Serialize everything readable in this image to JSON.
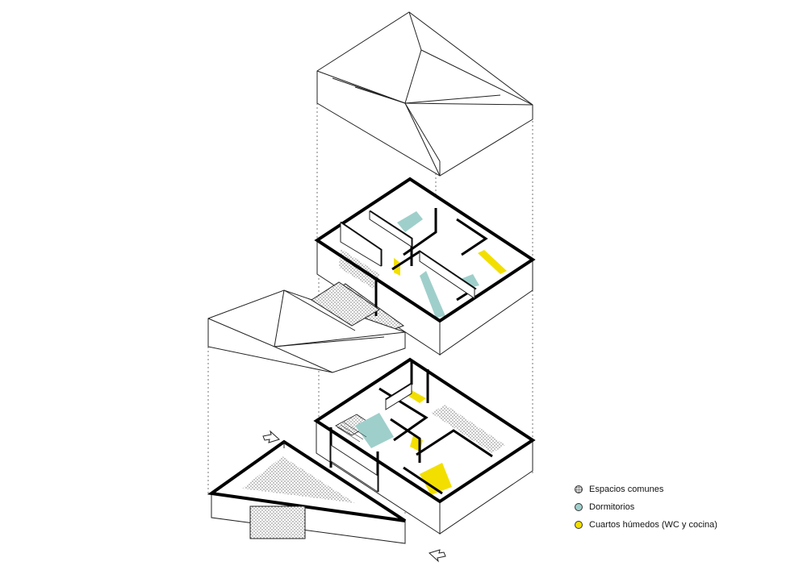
{
  "legend": {
    "items": [
      {
        "label": "Espacios comunes",
        "kind": "common",
        "color": "#d9d9d9"
      },
      {
        "label": "Dormitorios",
        "kind": "bedroom",
        "color": "#9fcfcb"
      },
      {
        "label": "Cuartos húmedos (WC y cocina)",
        "kind": "wet",
        "color": "#f2df00"
      }
    ]
  },
  "colors": {
    "bedroom": "#9fcfcb",
    "wet": "#f2df00",
    "wall": "#000000",
    "hatch": "#9a9a9a"
  }
}
